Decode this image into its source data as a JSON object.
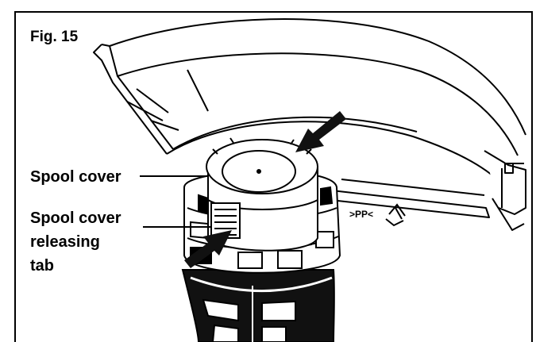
{
  "figure": {
    "label": "Fig. 15"
  },
  "callouts": {
    "spool_cover": {
      "text": "Spool cover"
    },
    "releasing_tab": {
      "lines": [
        "Spool cover",
        "releasing",
        "tab"
      ]
    }
  },
  "guard_marking": {
    "material": ">PP<"
  }
}
